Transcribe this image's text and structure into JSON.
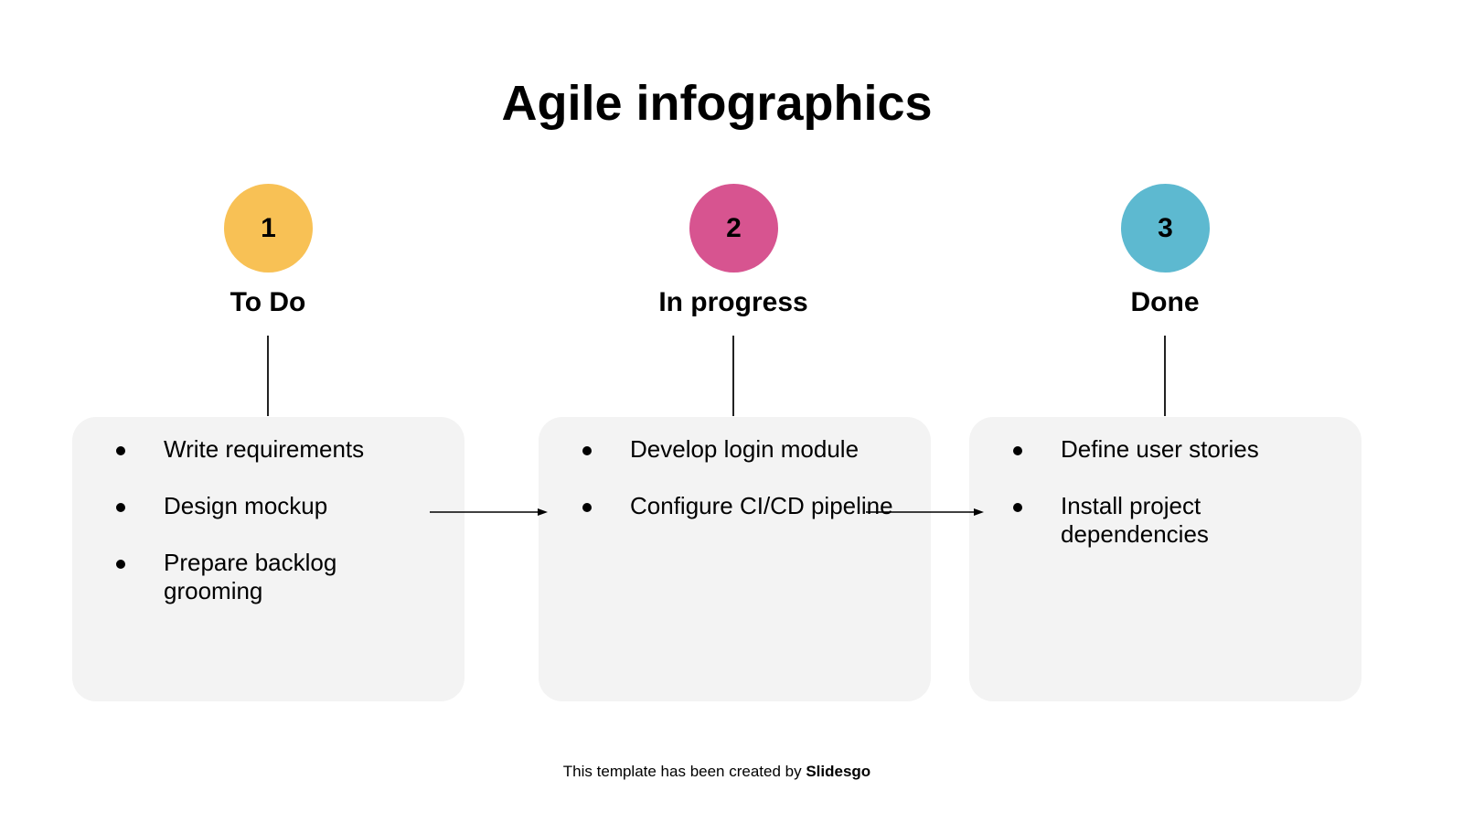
{
  "title": "Agile infographics",
  "columns": [
    {
      "number": "1",
      "label": "To Do",
      "color": "#f8c155",
      "items": [
        "Write requirements",
        "Design mockup",
        "Prepare backlog grooming"
      ]
    },
    {
      "number": "2",
      "label": "In progress",
      "color": "#d75490",
      "items": [
        "Develop login module",
        "Configure CI/CD pipeline"
      ]
    },
    {
      "number": "3",
      "label": "Done",
      "color": "#5db9d0",
      "items": [
        "Define user stories",
        "Install project dependencies"
      ]
    }
  ],
  "footer": {
    "text": "This template has been created by ",
    "brand": "Slidesgo"
  }
}
